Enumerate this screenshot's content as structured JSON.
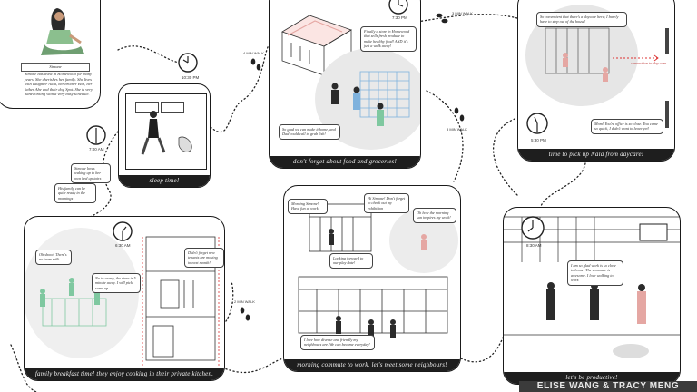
{
  "intro": {
    "name_label": "Simone",
    "bio": "Simone has lived in Homewood for many years. She cherishes her family. She lives with daughter Nala, her brother Bob, her father Abe and their dog Spot. She is very hardworking with a very busy schedule."
  },
  "panels": {
    "sleep": {
      "caption": "sleep time!",
      "time": "10:30 PM"
    },
    "groceries": {
      "caption": "don't forget about food and groceries!",
      "time": "7:30 PM",
      "bubble_1": "Finally a store in Homewood that sells fresh produce to make healthy food! AND it's just a walk away!",
      "bubble_2": "So glad we can make it home, and Dad could call to grab fish!"
    },
    "daycare": {
      "caption": "time to pick up Nala from daycare!",
      "time": "5:30 PM",
      "bubble_1": "So convenient that there's a daycare here; I barely have to step out of the house!",
      "bubble_2": "Mom! You're office is so close. You came so quick, I didn't want to leave yet!",
      "connection_label": "connection to day care"
    },
    "breakfast": {
      "caption": "family breakfast time! they enjoy cooking in their private kitchen.",
      "time": "6:30 AM",
      "bubble_1": "Oh shoot! There's no team milk",
      "bubble_2": "No to worry, the store is 5 minute away. I will pick some up.",
      "bubble_3": "Didn't forget new tenants are moving in next month!"
    },
    "commute": {
      "caption": "morning commute to work. let's meet some neighbours!",
      "bubble_1": "Morning Simone! Have fun at work!",
      "bubble_2": "Hi Simone! Don't forget to check out my exhibition",
      "bubble_3": "Oh how the morning sun inspires my work!",
      "bubble_4": "Looking forward to our play date!",
      "bubble_5": "I love how diverse and friendly my neighbours are. We can become everyday!"
    },
    "productive": {
      "caption": "let's be productive!",
      "time": "8:30 AM",
      "bubble_1": "I am so glad work is so close to home! The commute is awesome. I love walking to work"
    }
  },
  "wake": {
    "time": "7:00 AM",
    "note_1": "Simone loves waking up to her own bed upstairs",
    "note_2": "His family can be quite ready in the mornings"
  },
  "walks": {
    "walk_4min": "4 MIN WALK",
    "walk_3min_top": "3 MIN WALK",
    "walk_3min_right": "3 MIN WALK",
    "walk_2min": "2 MIN WALK"
  },
  "credit": "ELISE WANG & TRACY MENG",
  "colors": {
    "accent_pink": "#e5a7a3",
    "accent_green": "#7fc8a0",
    "accent_blue": "#7fb2dd",
    "caption_bg": "#1e1e1e"
  }
}
